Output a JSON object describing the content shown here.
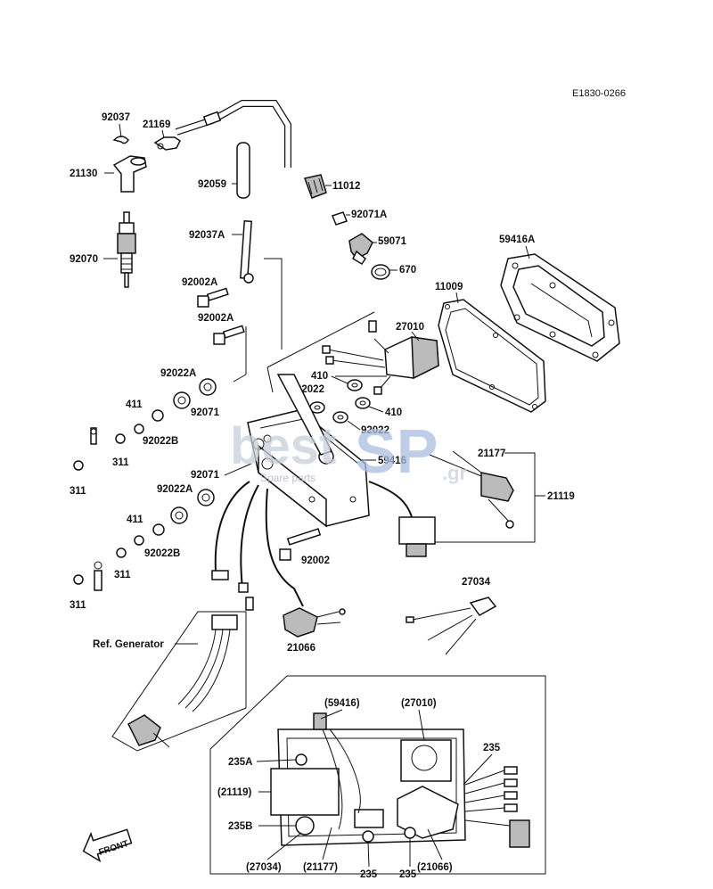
{
  "diagram_code": "E1830-0266",
  "watermark": {
    "brand_a": "best",
    "brand_b": "SP",
    "tld": ".gr",
    "tagline": "Spare parts"
  },
  "labels": {
    "p92037": "92037",
    "p21169": "21169",
    "p21130": "21130",
    "p92059": "92059",
    "p11012": "11012",
    "p92071A": "92071A",
    "p59071": "59071",
    "p670": "670",
    "p59416A": "59416A",
    "p92037A": "92037A",
    "p92070": "92070",
    "p92002A_1": "92002A",
    "p92002A_2": "92002A",
    "p11009": "11009",
    "p27010": "27010",
    "p410_1": "410",
    "p92022_1": "92022",
    "p410_2": "410",
    "p92022_2": "92022",
    "p92022A_1": "92022A",
    "p92071_1": "92071",
    "p411_1": "411",
    "p92022B_1": "92022B",
    "p311_1": "311",
    "p311_2": "311",
    "p59416": "59416",
    "p21177": "21177",
    "p21119": "21119",
    "p92071_2": "92071",
    "p92022A_2": "92022A",
    "p411_2": "411",
    "p92022B_2": "92022B",
    "p311_3": "311",
    "p311_4": "311",
    "p92002": "92002",
    "p27034": "27034",
    "p21066": "21066",
    "ref_generator": "Ref. Generator",
    "i59416": "(59416)",
    "i27010": "(27010)",
    "i235_1": "235",
    "i235A": "235A",
    "i21119": "(21119)",
    "i235B": "235B",
    "i27034": "(27034)",
    "i21177": "(21177)",
    "i235_2": "235",
    "i235_3": "235",
    "i21066": "(21066)",
    "front": "FRONT"
  }
}
